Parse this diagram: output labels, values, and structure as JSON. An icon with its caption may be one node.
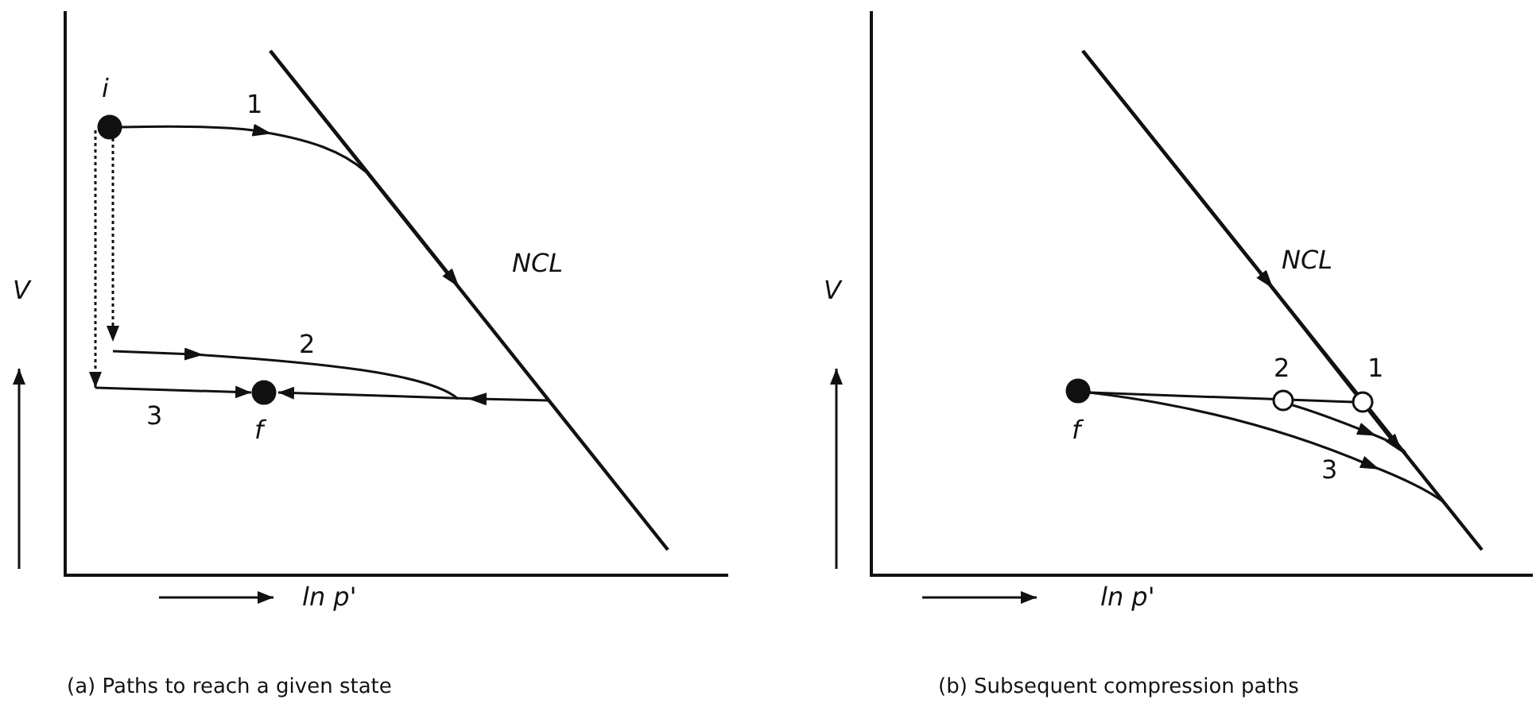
{
  "diagram": {
    "labels": [
      "i",
      "1",
      "NCL",
      "V",
      "2",
      "3",
      "f",
      "ln p'",
      "NCL",
      "V",
      "2",
      "1",
      "f",
      "3",
      "ln p'",
      "(a) Paths to reach a given state",
      "(b) Subsequent compression paths"
    ]
  }
}
